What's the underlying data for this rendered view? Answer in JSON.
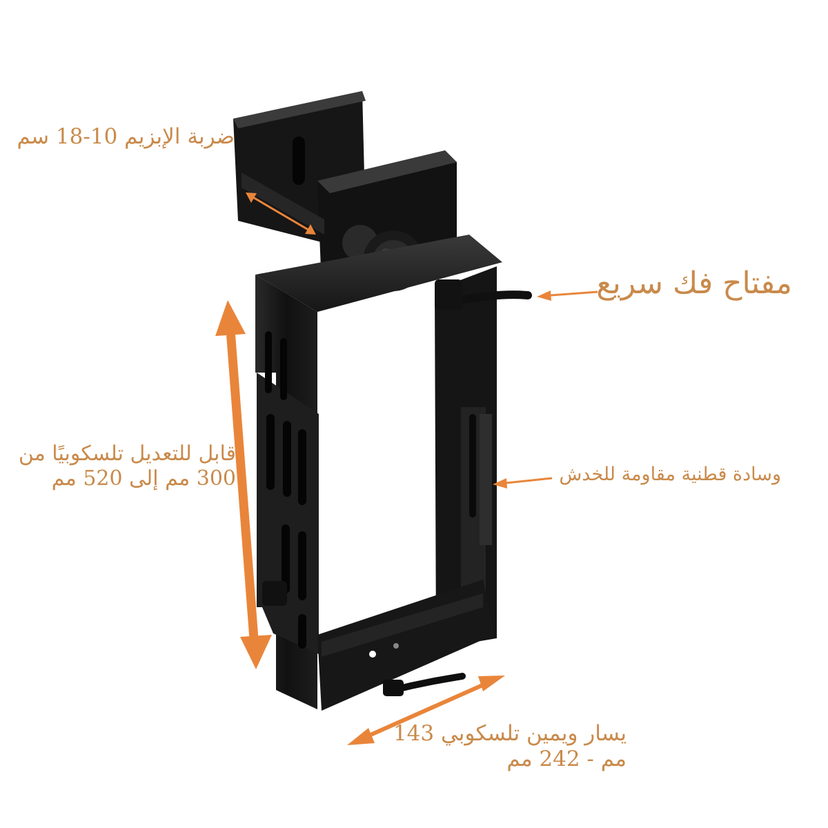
{
  "colors": {
    "accent": "#e9853a",
    "label_text": "#c98a4b",
    "product": "#141414",
    "background": "#ffffff"
  },
  "labels": {
    "clamp_stroke": "ضربة الإبزيم 10-18 سم",
    "quick_release": "مفتاح فك سريع",
    "vertical_telescopic_line1": "قابل للتعديل تلسكوبيًا من",
    "vertical_telescopic_line2": "300 مم إلى 520 مم",
    "anti_scratch_pad": "وسادة قطنية مقاومة للخدش",
    "horizontal_telescopic_line1": "يسار ويمين تلسكوبي 143",
    "horizontal_telescopic_line2": "مم - 242 مم"
  }
}
